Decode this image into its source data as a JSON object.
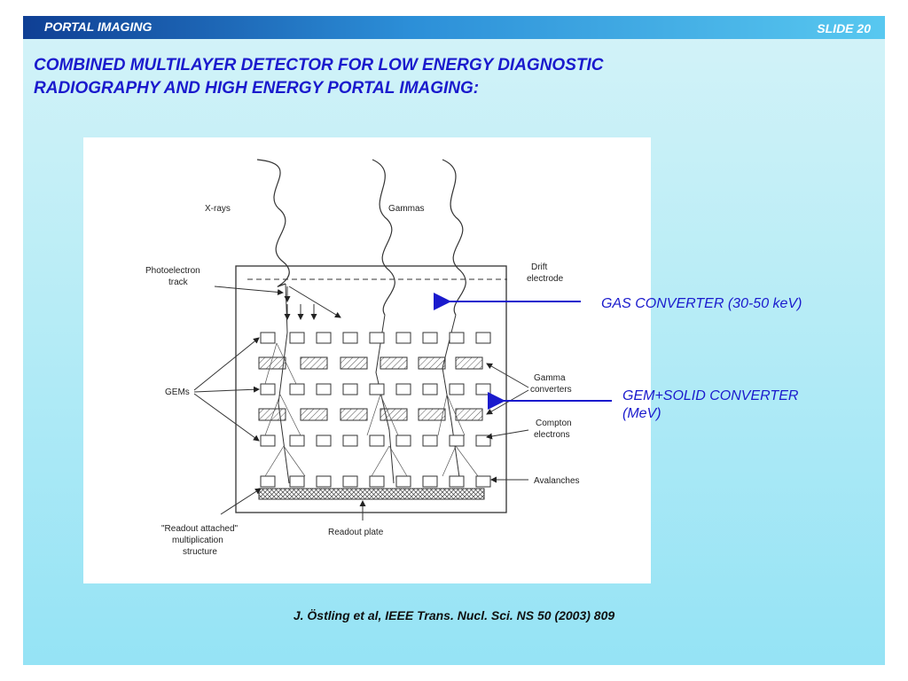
{
  "header": {
    "section": "PORTAL IMAGING",
    "slide": "SLIDE 20"
  },
  "title": {
    "line1": "COMBINED MULTILAYER DETECTOR FOR LOW ENERGY DIAGNOSTIC",
    "line2": "RADIOGRAPHY AND HIGH ENERGY PORTAL IMAGING:"
  },
  "figure": {
    "labels": {
      "xrays": "X-rays",
      "gammas": "Gammas",
      "photo1": "Photoelectron",
      "photo2": "track",
      "drift1": "Drift",
      "drift2": "electrode",
      "gems": "GEMs",
      "gammaconv1": "Gamma",
      "gammaconv2": "converters",
      "compton1": "Compton",
      "compton2": "electrons",
      "avalanches": "Avalanches",
      "readout_mult1": "\"Readout attached\"",
      "readout_mult2": "multiplication",
      "readout_mult3": "structure",
      "readout_plate": "Readout plate"
    }
  },
  "callouts": {
    "gas": "GAS CONVERTER (30-50 keV)",
    "gem_line1": "GEM+SOLID CONVERTER",
    "gem_line2": "(MeV)"
  },
  "citation": "J. Östling et al, IEEE Trans. Nucl. Sci. NS 50 (2003) 809",
  "colors": {
    "accent": "#1a1acd",
    "bar_start": "#0f3f94",
    "bar_end": "#58c8f0"
  }
}
